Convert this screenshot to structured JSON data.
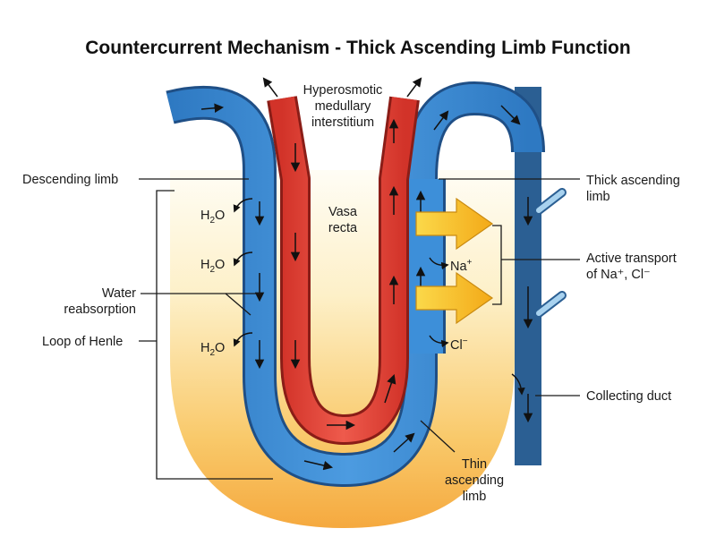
{
  "title": "Countercurrent Mechanism - Thick Ascending Limb Function",
  "labels": {
    "hyperosmotic_l1": "Hyperosmotic",
    "hyperosmotic_l2": "medullary",
    "hyperosmotic_l3": "interstitium",
    "descending_limb": "Descending limb",
    "vasa_recta_l1": "Vasa",
    "vasa_recta_l2": "recta",
    "water_reabsorption_l1": "Water",
    "water_reabsorption_l2": "reabsorption",
    "loop_of_henle": "Loop of Henle",
    "thick_ascending_l1": "Thick ascending",
    "thick_ascending_l2": "limb",
    "active_transport_l1": "Active transport",
    "active_transport_l2": "of Na⁺, Cl⁻",
    "collecting_duct": "Collecting duct",
    "thin_ascending_l1": "Thin",
    "thin_ascending_l2": "ascending",
    "thin_ascending_l3": "limb"
  },
  "solutes": {
    "water_base": "H",
    "water_sub": "2",
    "water_tail": "O",
    "sodium_base": "Na",
    "sodium_sup": "+",
    "chloride_base": "Cl",
    "chloride_sup": "−"
  },
  "colors": {
    "tubule_blue": "#3a8ad3",
    "tubule_outline": "#1f4f86",
    "vasa_red": "#e2433a",
    "collecting_duct_blue": "#a8d2ef",
    "interstitium_top": "#fdf6de",
    "interstitium_bottom": "#f7b54a",
    "transport_arrow": "#f8c62c"
  }
}
